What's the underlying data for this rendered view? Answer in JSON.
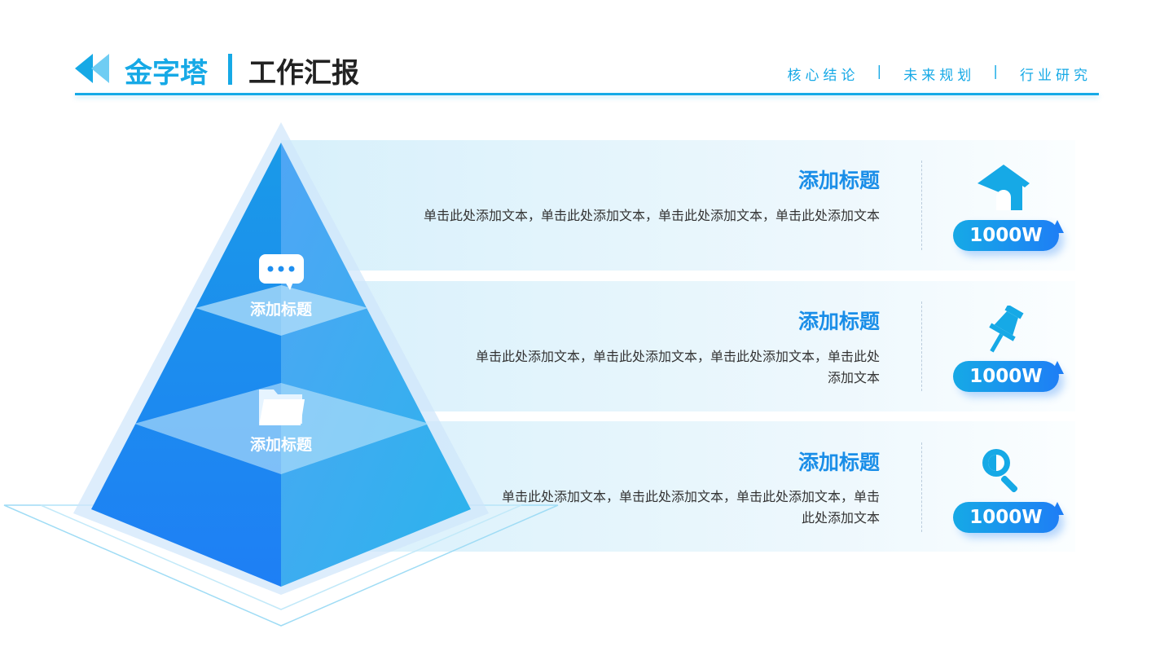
{
  "header": {
    "title_main": "金字塔",
    "title_sub": "工作汇报",
    "nav": [
      "核心结论",
      "|",
      "未来规划",
      "|",
      "行业研究"
    ]
  },
  "pyramid": {
    "layers": [
      {
        "label": "添加标题",
        "icon": "chat-bubble-icon"
      },
      {
        "label": "添加标题",
        "icon": "folder-icon"
      }
    ]
  },
  "rows": [
    {
      "title": "添加标题",
      "text": "单击此处添加文本，单击此处添加文本，单击此处添加文本，单击此处添加文本",
      "value": "1000W",
      "icon": "home-icon"
    },
    {
      "title": "添加标题",
      "text": "单击此处添加文本，单击此处添加文本，单击此处添加文本，单击此处添加文本",
      "value": "1000W",
      "icon": "pushpin-icon"
    },
    {
      "title": "添加标题",
      "text": "单击此处添加文本，单击此处添加文本，单击此处添加文本，单击此处添加文本",
      "value": "1000W",
      "icon": "search-icon"
    }
  ],
  "colors": {
    "accent": "#16a9e6",
    "blue": "#1e7ff5"
  }
}
